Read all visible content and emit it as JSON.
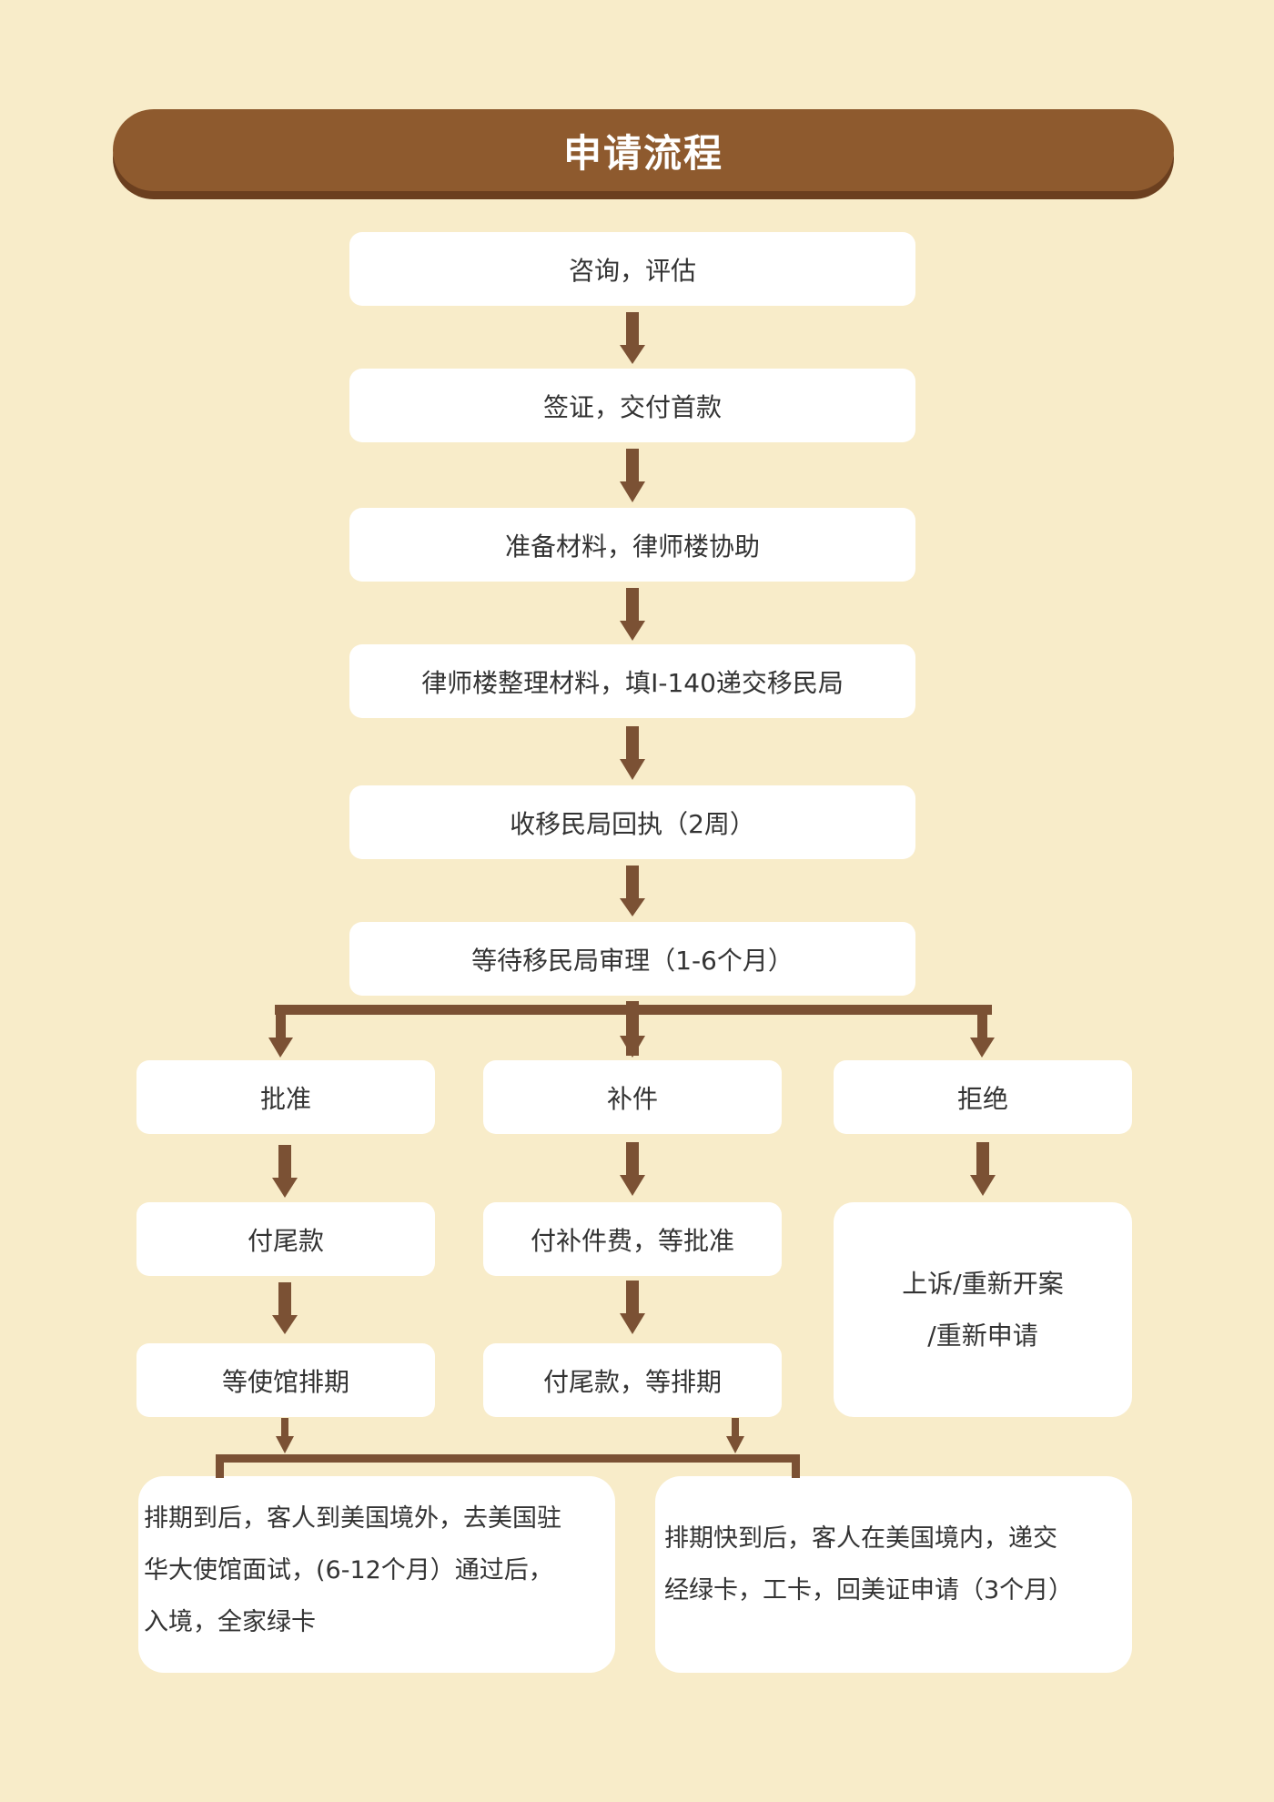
{
  "title": "申请流程",
  "steps": [
    "咨询，评估",
    "签证，交付首款",
    "准备材料，律师楼协助",
    "律师楼整理材料，填I-140递交移民局",
    "收移民局回执（2周）",
    "等待移民局审理（1-6个月）"
  ],
  "branches": {
    "approve": {
      "label": "批准",
      "steps": [
        "付尾款",
        "等使馆排期"
      ]
    },
    "supplement": {
      "label": "补件",
      "steps": [
        "付补件费，等批准",
        "付尾款，等排期"
      ]
    },
    "reject": {
      "label": "拒绝",
      "result_lines": [
        "上诉/重新开案",
        "/重新申请"
      ]
    }
  },
  "outcomes": {
    "abroad": {
      "lines": [
        "排期到后，客人到美国境外，去美国驻",
        "华大使馆面试，(6-12个月）通过后，",
        "入境，全家绿卡"
      ]
    },
    "domestic": {
      "lines": [
        "排期快到后，客人在美国境内，递交",
        "经绿卡，工卡，回美证申请（3个月）"
      ]
    }
  },
  "colors": {
    "background": "#f8ecc9",
    "accent": "#8e5a2e",
    "connector": "#7b5134",
    "box": "#ffffff",
    "text": "#333333"
  }
}
